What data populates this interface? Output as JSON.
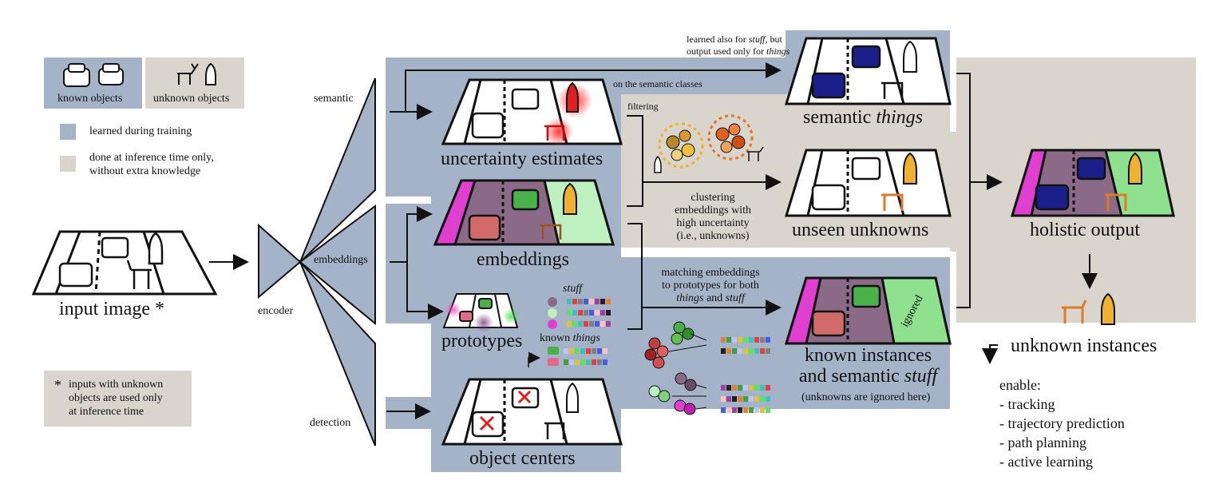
{
  "legend": {
    "known_objects": "known objects",
    "unknown_objects": "unknown objects",
    "learned": "learned during training",
    "inference_line1": "done at inference time only,",
    "inference_line2": "without extra knowledge",
    "footnote_star": "*",
    "footnote_line1": "inputs with unknown",
    "footnote_line2": "objects are used only",
    "footnote_line3": "at inference time"
  },
  "input": {
    "label": "input image *"
  },
  "encoder": {
    "label": "encoder"
  },
  "branches": {
    "semantic": "semantic",
    "embeddings": "embeddings",
    "detection": "detection"
  },
  "panels": {
    "uncertainty": "uncertainty estimates",
    "uncertainty_note": "on the semantic classes",
    "embeddings": "embeddings",
    "prototypes": "prototypes",
    "stuff_label": "stuff",
    "known_label": "known",
    "things_label": "things",
    "object_centers": "object centers",
    "semantic_things_1": "semantic",
    "semantic_things_2": "things",
    "semantic_note_1": "learned also for",
    "semantic_note_stuff": "stuff",
    "semantic_note_2": ", but",
    "semantic_note_3": "output used only for",
    "semantic_note_things": "things",
    "filtering": "filtering",
    "clustering_1": "clustering",
    "clustering_2": "embeddings with",
    "clustering_3": "high uncertainty",
    "clustering_4": "(i.e., unknowns)",
    "unseen": "unseen unknowns",
    "matching_1": "matching embeddings",
    "matching_2": "to prototypes for both",
    "matching_things": "things",
    "matching_and": "and",
    "matching_stuff": "stuff",
    "known_instances_1": "known instances",
    "known_instances_2": "and semantic",
    "known_instances_stuff": "stuff",
    "ignored_note": "(unknowns are ignored here)",
    "ignored": "ignored",
    "holistic": "holistic output",
    "unknown_instances": "unknown instances"
  },
  "enable": {
    "title": "enable:",
    "items": [
      "- tracking",
      "- trajectory prediction",
      "- path planning",
      "- active learning"
    ]
  },
  "colors": {
    "learned_blue": "#a5b3c9",
    "inference_beige": "#d9d5cc",
    "magenta": "#e040d0",
    "purple": "#8a5a86",
    "green": "#8fe08f",
    "car_blue": "#1a1f8a",
    "deer_orange": "#e07a2a",
    "rocket_yellow": "#f0b030"
  }
}
